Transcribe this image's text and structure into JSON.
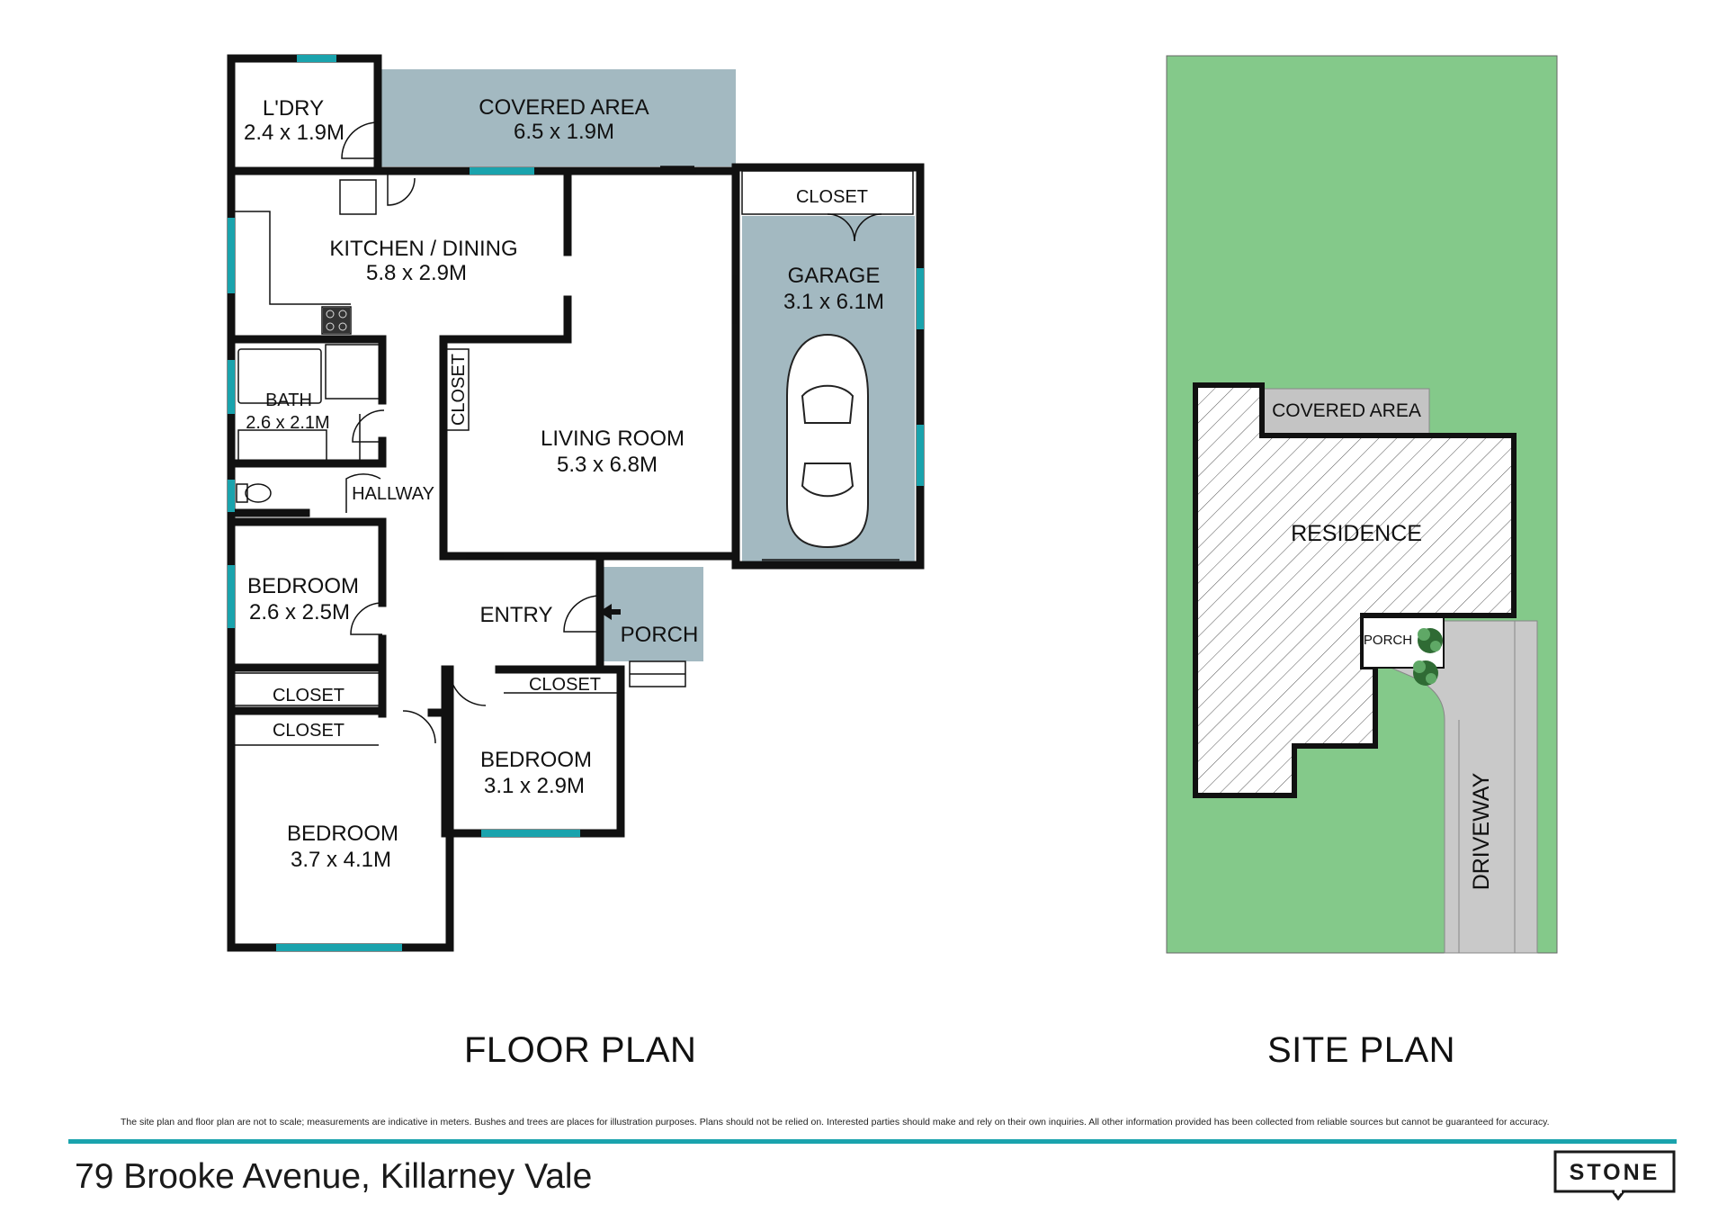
{
  "floor_plan": {
    "title": "FLOOR PLAN",
    "rooms": [
      {
        "name": "L'DRY",
        "size": "2.4 x 1.9M"
      },
      {
        "name": "COVERED AREA",
        "size": "6.5 x 1.9M"
      },
      {
        "name": "KITCHEN / DINING",
        "size": "5.8 x 2.9M"
      },
      {
        "name": "GARAGE",
        "size": "3.1 x 6.1M"
      },
      {
        "name": "BATH",
        "size": "2.6 x 2.1M"
      },
      {
        "name": "LIVING ROOM",
        "size": "5.3 x 6.8M"
      },
      {
        "name": "BEDROOM",
        "size": "2.6 x 2.5M"
      },
      {
        "name": "BEDROOM",
        "size": "3.1 x 2.9M"
      },
      {
        "name": "BEDROOM",
        "size": "3.7 x 4.1M"
      }
    ],
    "labels": {
      "closet_garage": "CLOSET",
      "closet_hall": "CLOSET",
      "hallway": "HALLWAY",
      "entry": "ENTRY",
      "porch": "PORCH",
      "closet_bed1": "CLOSET",
      "closet_bed3": "CLOSET",
      "closet_bed2": "CLOSET"
    }
  },
  "site_plan": {
    "title": "SITE PLAN",
    "labels": {
      "covered_area": "COVERED AREA",
      "residence": "RESIDENCE",
      "porch": "PORCH",
      "driveway": "DRIVEWAY"
    }
  },
  "footer": {
    "disclaimer": "The site plan and floor plan are not to scale; measurements are indicative in meters. Bushes and trees are places for illustration purposes. Plans should not be relied on. Interested parties should make and rely on their own inquiries. All other information provided has been collected from reliable sources but cannot be guaranteed for accuracy.",
    "address": "79 Brooke Avenue, Killarney Vale",
    "logo_text": "STONE"
  },
  "colors": {
    "wall": "#111111",
    "window": "#1aa3ad",
    "covered": "#a3b9c1",
    "lawn": "#84c98a",
    "driveway": "#c9c9c9",
    "accent": "#1aa3ad"
  }
}
